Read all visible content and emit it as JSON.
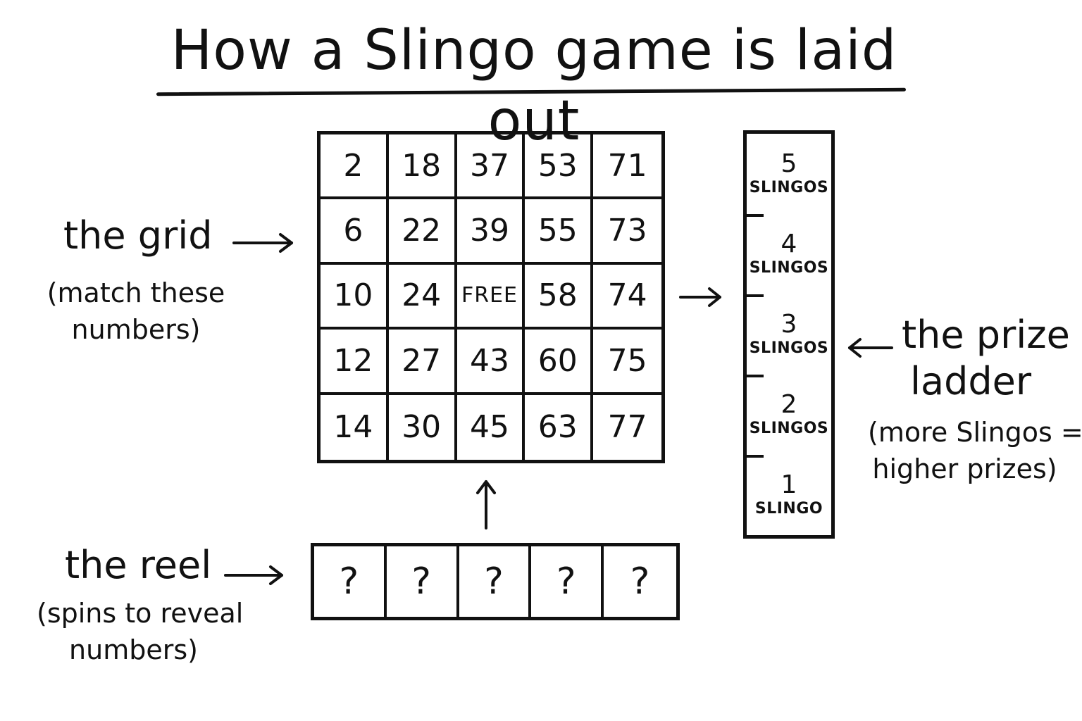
{
  "title": "How a Slingo game is laid out",
  "grid": {
    "rows": [
      [
        "2",
        "18",
        "37",
        "53",
        "71"
      ],
      [
        "6",
        "22",
        "39",
        "55",
        "73"
      ],
      [
        "10",
        "24",
        "FREE",
        "58",
        "74"
      ],
      [
        "12",
        "27",
        "43",
        "60",
        "75"
      ],
      [
        "14",
        "30",
        "45",
        "63",
        "77"
      ]
    ]
  },
  "reel": {
    "cells": [
      "?",
      "?",
      "?",
      "?",
      "?"
    ]
  },
  "ladder": {
    "rungs": [
      {
        "count": "5",
        "word": "SLINGOS"
      },
      {
        "count": "4",
        "word": "SLINGOS"
      },
      {
        "count": "3",
        "word": "SLINGOS"
      },
      {
        "count": "2",
        "word": "SLINGOS"
      },
      {
        "count": "1",
        "word": "SLINGO"
      }
    ]
  },
  "labels": {
    "grid_label": "the grid",
    "grid_note_line1": "(match these",
    "grid_note_line2": "numbers)",
    "reel_label": "the reel",
    "reel_note_line1": "(spins to reveal",
    "reel_note_line2": "numbers)",
    "ladder_label_line1": "the prize",
    "ladder_label_line2": "ladder",
    "ladder_note_line1": "(more Slingos =",
    "ladder_note_line2": "higher prizes)"
  },
  "icons": {
    "grid_arrow": "arrow-right-icon",
    "ladder_arrow": "arrow-right-icon",
    "prize_arrow": "arrow-left-icon",
    "reel_arrow": "arrow-right-icon",
    "reel_up_arrow": "arrow-up-icon"
  }
}
